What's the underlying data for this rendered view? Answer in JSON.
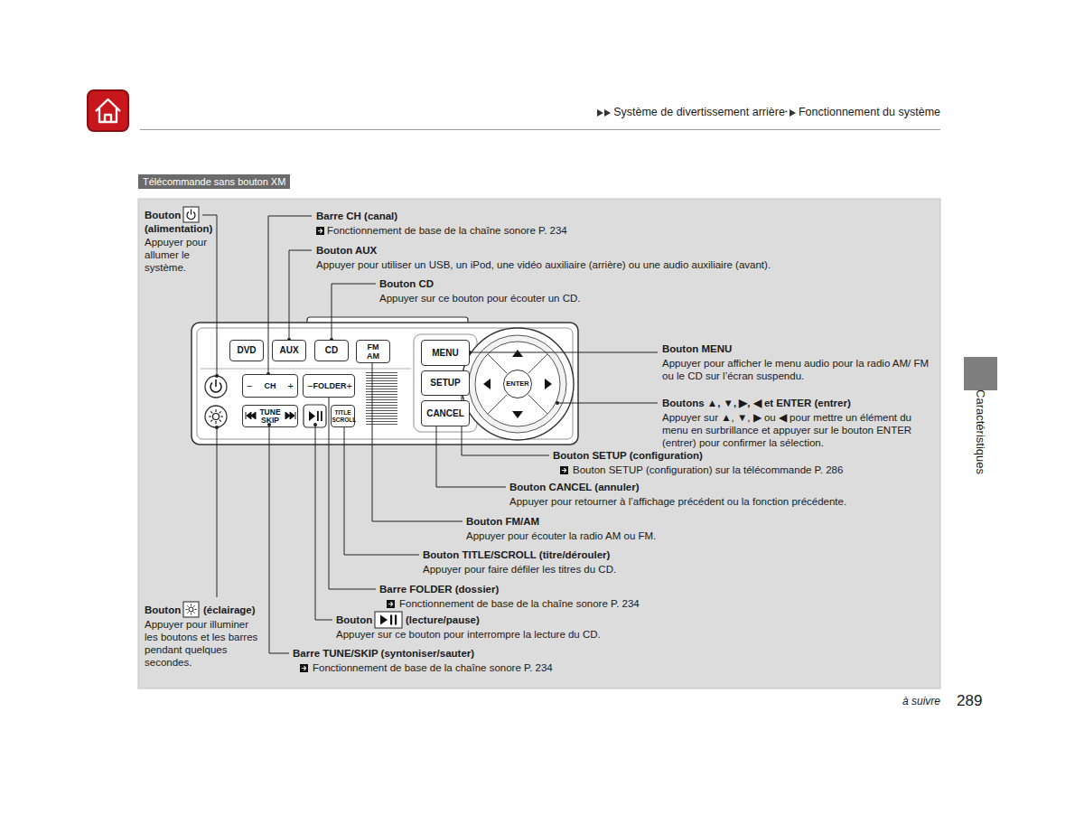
{
  "diagram": {
    "nodes": [
      {
        "text": [
          "Télécommande sans bouton XM"
        ]
      },
      {
        "text": [
          "DVD"
        ]
      },
      {
        "text": [
          "AUX"
        ]
      },
      {
        "text": [
          "CD"
        ]
      },
      {
        "text": [
          "FM AM"
        ]
      },
      {
        "text": [
          "MENU"
        ]
      },
      {
        "text": [
          "−",
          "CH",
          "+"
        ]
      },
      {
        "text": [
          "−",
          "FOLDER",
          "+"
        ]
      },
      {
        "text": [
          "SETUP"
        ]
      },
      {
        "text": [
          "ENTER"
        ]
      },
      {
        "text": [
          "TUNE SKIP"
        ]
      },
      {
        "text": [
          "TITLE SCROLL"
        ]
      },
      {
        "text": [
          "CANCEL"
        ]
      }
    ],
    "labels": [
      "Système de divertissement arrière",
      "*",
      "Fonctionnement du système",
      "Bouton",
      "(alimentation)",
      "Appuyer pour allumer le système.",
      "Barre CH (canal)",
      "Fonctionnement de base de la chaîne sonore P. 234",
      "Bouton AUX",
      "Appuyer pour utiliser un USB, un iPod, une vidéo auxiliaire (arrière) ou une audio auxiliaire (avant).",
      "Bouton CD",
      "Appuyer sur ce bouton pour écouter un CD.",
      "Bouton MENU",
      "Appuyer pour afficher le menu audio pour la radio AM/ FM ou le CD sur l’écran suspendu.",
      "Boutons ▲, ▼, ▶, ◀ et ENTER (entrer)",
      "Appuyer sur ▲, ▼, ▶ ou ◀ pour mettre un élément du menu en surbrillance et appuyer sur le bouton ENTER (entrer) pour confirmer la sélection.",
      "Bouton SETUP (configuration)",
      "Bouton SETUP (configuration) sur la télécommande P. 286",
      "Bouton CANCEL (annuler)",
      "Appuyer pour retourner à l’affichage précédent ou la fonction précédente.",
      "Bouton FM/AM",
      "Appuyer pour écouter la radio AM ou FM.",
      "Bouton TITLE/SCROLL (titre/dérouler)",
      "Appuyer pour faire défiler les titres du CD.",
      "Barre FOLDER (dossier)",
      "Fonctionnement de base de la chaîne sonore P. 234",
      "Bouton",
      "(lecture/pause)",
      "Appuyer sur ce bouton pour interrompre la lecture du CD.",
      "Bouton",
      "(éclairage)",
      "Appuyer pour illuminer les boutons et les barres pendant quelques secondes.",
      "Barre TUNE/SKIP (syntoniser/sauter)",
      "Fonctionnement de base de la chaîne sonore P. 234",
      "Caractéristiques",
      "à suivre",
      "289"
    ]
  }
}
